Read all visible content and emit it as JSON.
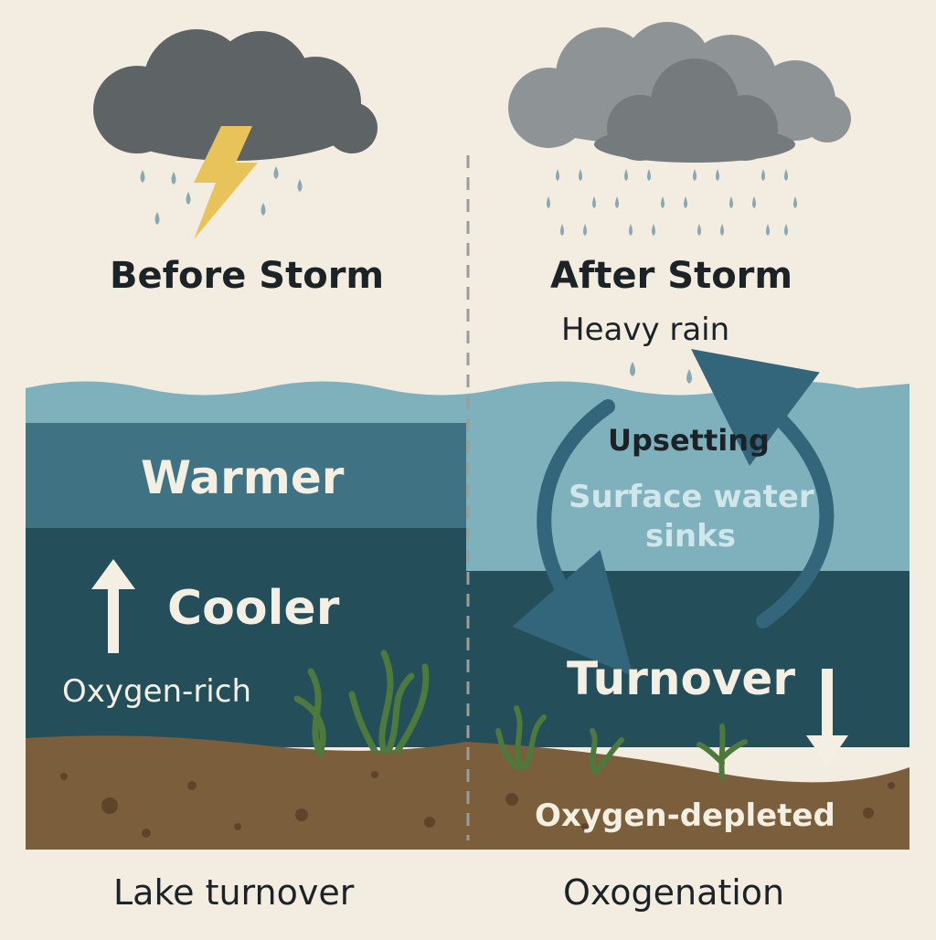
{
  "panels": {
    "before": {
      "title": "Before Storm",
      "layer_top": "Warmer",
      "layer_bottom": "Cooler",
      "oxygen": "Oxygen-rich",
      "caption": "Lake turnover",
      "arrow_icon": "up-arrow-icon"
    },
    "after": {
      "title": "After Storm",
      "rain_label": "Heavy rain",
      "upsetting": "Upsetting",
      "surface_line1": "Surface water",
      "surface_line2": "sinks",
      "turnover": "Turnover",
      "oxygen": "Oxygen-depleted",
      "caption": "Oxogenation",
      "arrow_icon": "down-arrow-icon"
    }
  },
  "colors": {
    "background": "#f3ece1",
    "cloud_dark": "#5e6465",
    "cloud_light": "#8e9496",
    "lightning": "#e8c35a",
    "rain": "#86a9b4",
    "surface_water": "#7fb1bd",
    "warm_layer": "#3f7383",
    "cool_layer": "#234e5a",
    "sediment": "#7b5e3b",
    "plant": "#4d7a3c",
    "cycle_arrow": "#33667a"
  }
}
